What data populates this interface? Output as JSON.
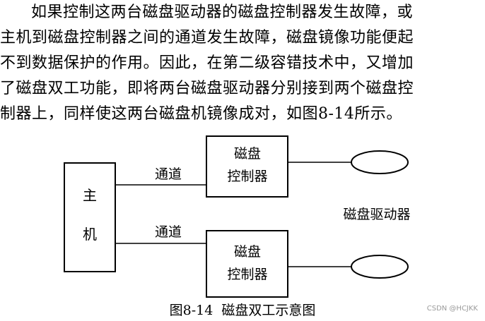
{
  "paragraph": {
    "lines": [
      "如果控制这两台磁盘驱动器的磁盘控制器发生故障，或",
      "主机到磁盘控制器之间的通道发生故障，磁盘镜像功能便起",
      "不到数据保护的作用。因此，在第二级容错技术中，又增加",
      "了磁盘双工功能，即将两台磁盘驱动器分别接到两个磁盘控",
      "制器上，同样使这两台磁盘机镜像成对，如图8-14所示。"
    ]
  },
  "diagram": {
    "host": {
      "char1": "主",
      "char2": "机"
    },
    "channel_label_top": "通道",
    "channel_label_bottom": "通道",
    "controller_top": {
      "line1": "磁盘",
      "line2": "控制器"
    },
    "controller_bottom": {
      "line1": "磁盘",
      "line2": "控制器"
    },
    "drives_label": "磁盘驱动器"
  },
  "caption": {
    "number": "图8-14",
    "title": "磁盘双工示意图"
  },
  "watermark": "CSDN @HCJKK"
}
